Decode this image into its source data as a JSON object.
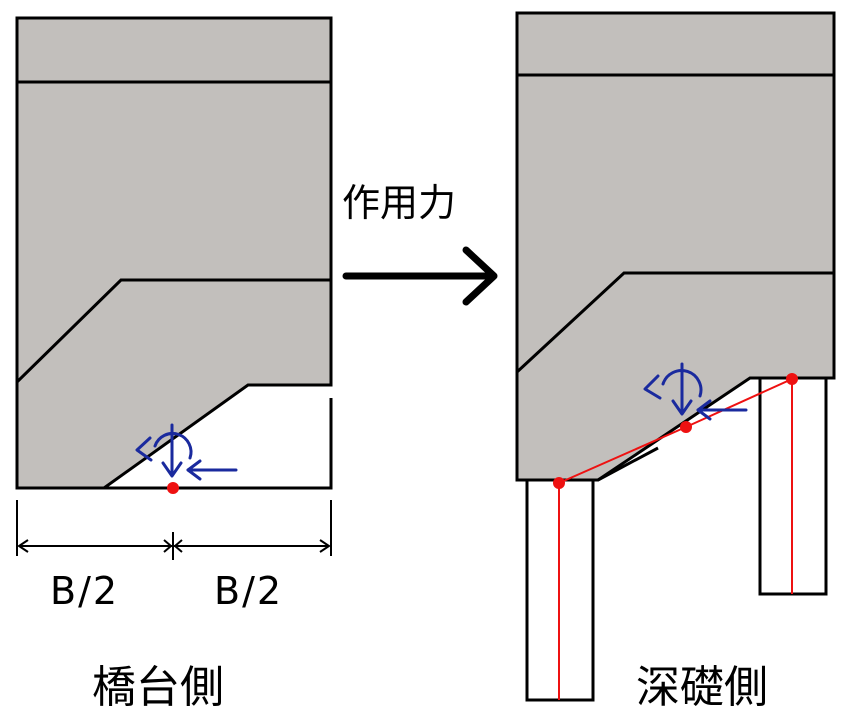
{
  "labels": {
    "half_width_left": "B/2",
    "half_width_right": "B/2",
    "force_arrow_label": "作用力",
    "abutment_side": "橋台側",
    "caisson_side": "深礎側"
  },
  "colors": {
    "concrete": "#c2bfbc",
    "outline": "#000000",
    "load_symbol": "#1a2a9e",
    "load_point": "#ee1111",
    "pile_line": "#ee1111",
    "background": "#ffffff"
  },
  "icons": {
    "load_symbol": "moment-and-force-arrows-icon",
    "transfer_arrow": "right-arrow-icon"
  }
}
